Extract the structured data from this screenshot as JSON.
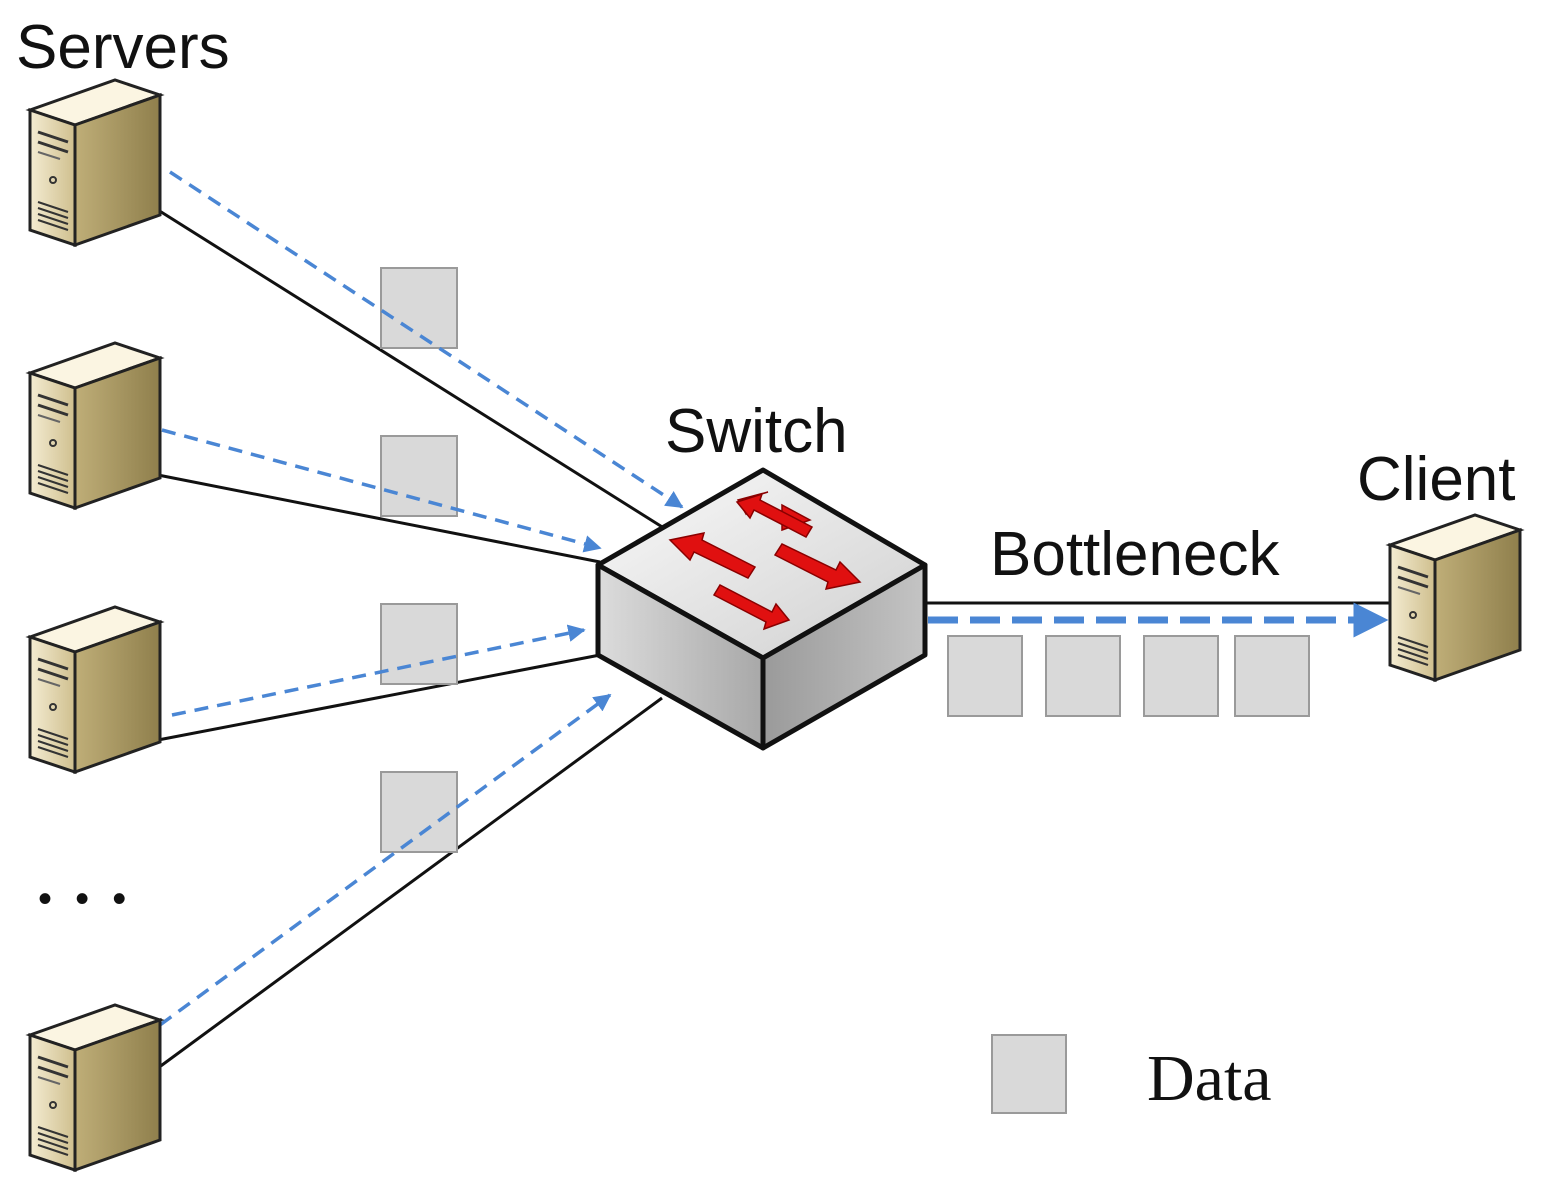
{
  "labels": {
    "servers": "Servers",
    "switch": "Switch",
    "client": "Client",
    "bottleneck": "Bottleneck",
    "ellipsis": "• • •"
  },
  "legend": {
    "data_label": "Data"
  },
  "colors": {
    "flow_arrow": "#4a86d4",
    "link": "#111111",
    "data_block_fill": "#d9d9d9",
    "data_block_stroke": "#9a9a9a",
    "switch_arrows": "#e01010",
    "server_body": "#e8dcb4"
  },
  "icons": {
    "server": "server-tower-icon",
    "switch": "network-switch-icon",
    "client": "client-computer-icon"
  }
}
